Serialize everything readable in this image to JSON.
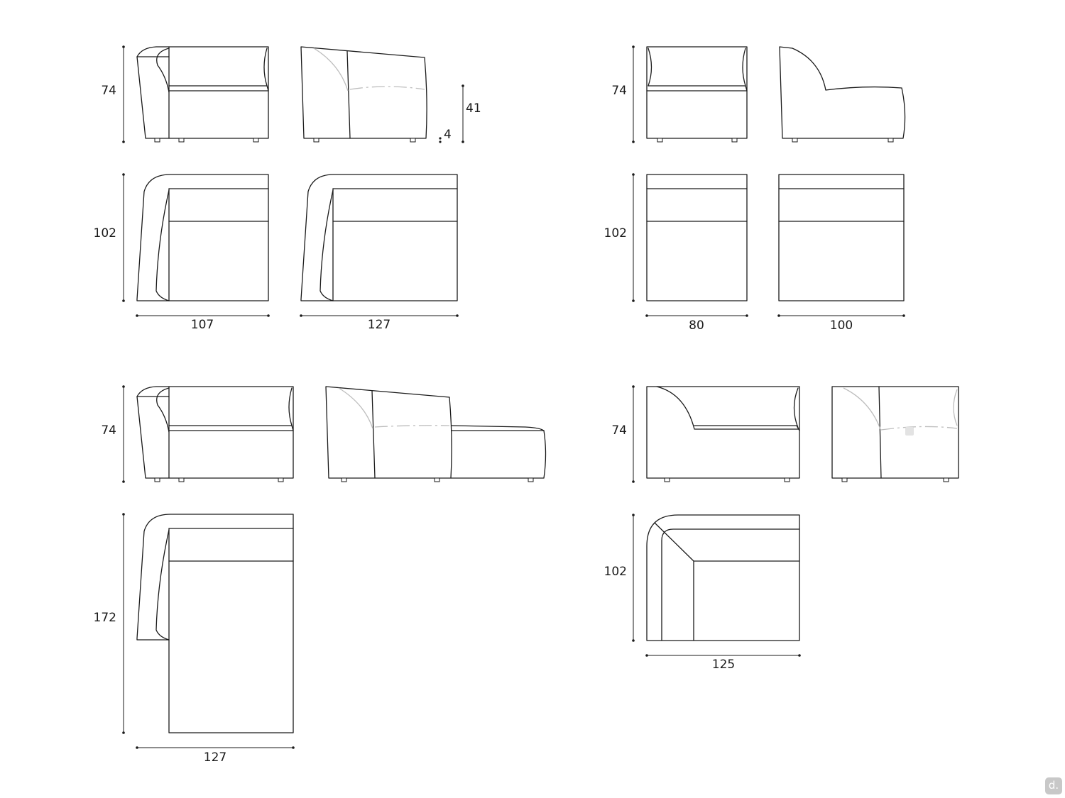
{
  "dimensions": {
    "top_left": {
      "height_elev": "74",
      "seat_height": "41",
      "feet": "4",
      "depth_plan": "102",
      "width_a": "107",
      "width_b": "127"
    },
    "top_right": {
      "height_elev": "74",
      "depth_plan": "102",
      "width_a": "80",
      "width_b": "100"
    },
    "bottom_left": {
      "height_elev": "74",
      "depth_plan": "172",
      "width": "127"
    },
    "bottom_right": {
      "height_elev": "74",
      "depth_plan": "102",
      "width": "125"
    }
  },
  "watermark": {
    "label": "d."
  },
  "colors": {
    "line": "#1a1a1a",
    "hidden_line": "#bdbdbd",
    "badge": "#c8c8c8"
  }
}
